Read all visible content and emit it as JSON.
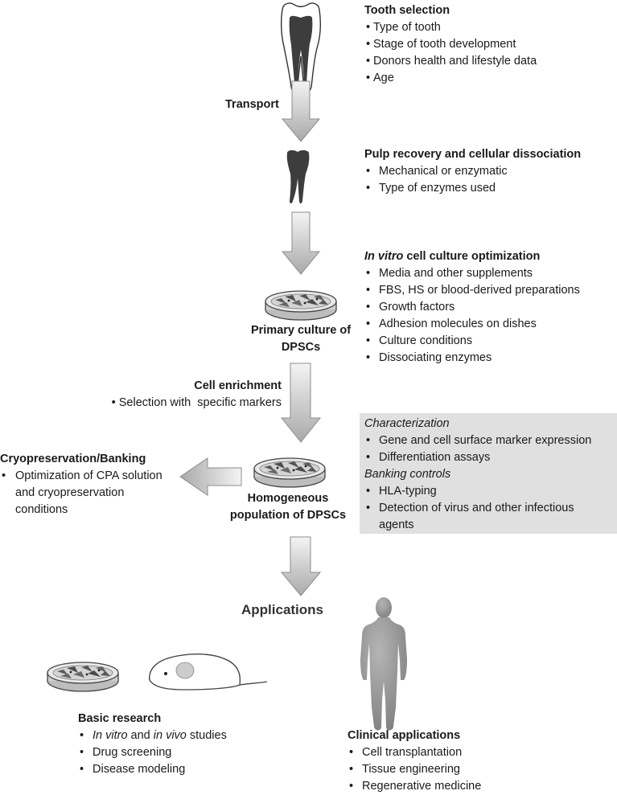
{
  "tooth_selection": {
    "title": "Tooth selection",
    "items": [
      "Type of tooth",
      "Stage of tooth development",
      "Donors health and lifestyle data",
      "Age"
    ]
  },
  "transport_label": "Transport",
  "pulp_recovery": {
    "title": "Pulp recovery and cellular dissociation",
    "items": [
      "Mechanical or enzymatic",
      "Type of enzymes used"
    ]
  },
  "culture_optimization": {
    "title_italic": "In vitro",
    "title_rest": " cell culture optimization",
    "items": [
      "Media and other supplements",
      "FBS, HS or blood-derived preparations",
      "Growth factors",
      "Adhesion molecules on dishes",
      "Culture conditions",
      "Dissociating enzymes"
    ]
  },
  "primary_culture_label": "Primary culture of\nDPSCs",
  "cell_enrichment": {
    "title": "Cell enrichment",
    "item": "Selection with  specific markers"
  },
  "cryopreservation": {
    "title": "Cryopreservation/Banking",
    "item": "Optimization of CPA solution and cryopreservation conditions"
  },
  "homogeneous_label": "Homogeneous\npopulation of DPSCs",
  "characterization_box": {
    "characterization_title": "Characterization",
    "characterization_items": [
      "Gene and cell surface marker expression",
      "Differentiation assays"
    ],
    "banking_title": "Banking controls",
    "banking_items": [
      "HLA-typing",
      "Detection of virus and other infectious agents"
    ]
  },
  "applications_label": "Applications",
  "basic_research": {
    "title": "Basic research",
    "items": [
      {
        "parts": [
          {
            "text": "In vitro",
            "italic": true
          },
          {
            "text": " and ",
            "italic": false
          },
          {
            "text": "in vivo",
            "italic": true
          },
          {
            "text": " studies",
            "italic": false
          }
        ]
      },
      {
        "parts": [
          {
            "text": "Drug screening",
            "italic": false
          }
        ]
      },
      {
        "parts": [
          {
            "text": "Disease modeling",
            "italic": false
          }
        ]
      }
    ]
  },
  "clinical_applications": {
    "title": "Clinical applications",
    "items": [
      "Cell transplantation",
      "Tissue engineering",
      "Regenerative medicine"
    ]
  },
  "colors": {
    "arrow_light": "#f2f2f2",
    "arrow_dark": "#a6a6a6",
    "arrow_stroke": "#8c8c8c",
    "tooth_fill": "#3d3d3d",
    "human_fill": "#9a9a9a",
    "box_fill": "#e0e0e0"
  }
}
